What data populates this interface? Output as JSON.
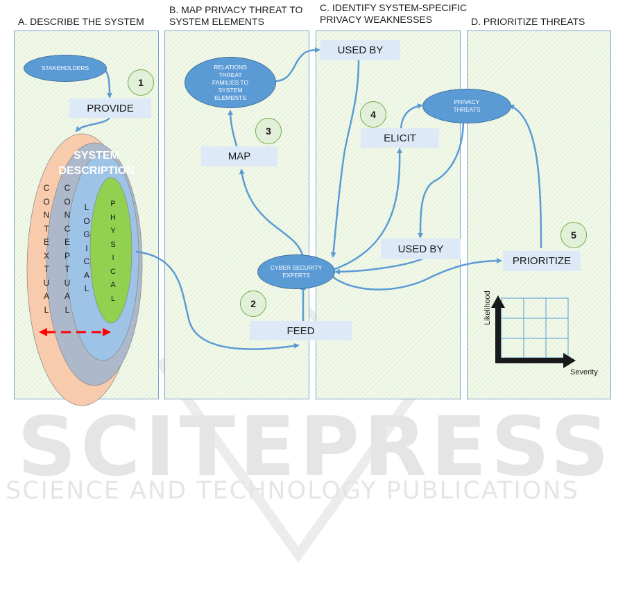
{
  "headings": {
    "a": "A. DESCRIBE THE SYSTEM",
    "b_line1": "B. MAP PRIVACY THREAT TO",
    "b_line2": "SYSTEM ELEMENTS",
    "c_line1": "C. IDENTIFY SYSTEM-SPECIFIC",
    "c_line2": "PRIVACY WEAKNESSES",
    "d": "D. PRIORITIZE THREATS"
  },
  "ovals": {
    "stakeholders": "STAKEHOLDERS",
    "relations": "RELATIONS THREAT FAMILIES TO SYSTEM ELEMENTS",
    "privacy_threats": "PRIVACY THREATS",
    "experts": "CYBER SECURITY EXPERTS"
  },
  "boxes": {
    "provide": "PROVIDE",
    "map": "MAP",
    "used_by_top": "USED BY",
    "elicit": "ELICIT",
    "used_by_bottom": "USED BY",
    "feed": "FEED",
    "prioritize": "PRIORITIZE"
  },
  "steps": [
    "1",
    "2",
    "3",
    "4",
    "5"
  ],
  "system": {
    "title_line1": "SYSTEM",
    "title_line2": "DESCRIPTION",
    "contextual": "C\nO\nN\nT\nE\nX\nT\nU\nA\nL",
    "conceptual": "C\nO\nN\nC\nE\nP\nT\nU\nA\nL",
    "logical": "L\nO\nG\nI\nC\nA\nL",
    "physical": "P\nH\nY\nS\nI\nC\nA\nL"
  },
  "matrix": {
    "y_label": "Likelihood",
    "x_label": "Severity"
  },
  "colors": {
    "arrow": "#5b9bd5",
    "contextual": "#f8cbad",
    "conceptual": "#adb9ca",
    "logical": "#9dc3e6",
    "physical": "#92d050",
    "dashed_arrow": "#ff0000"
  },
  "watermark": {
    "line1": "SCITEPRESS",
    "line2": "SCIENCE AND TECHNOLOGY PUBLICATIONS"
  }
}
